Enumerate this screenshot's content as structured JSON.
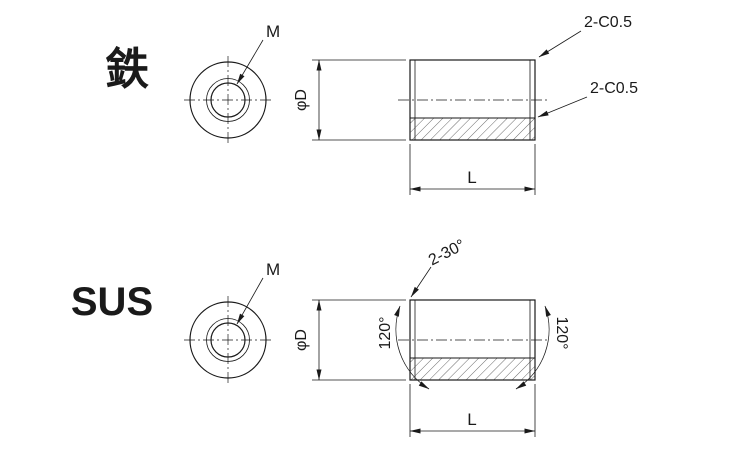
{
  "canvas": {
    "background": "#ffffff",
    "line_color": "#1a1a1a"
  },
  "drawings": [
    {
      "material_label": "鉄",
      "front_view": {
        "thread_label": "M"
      },
      "side_view": {
        "diameter_label": "φD",
        "length_label": "L",
        "chamfer_note_outer": "2-C0.5",
        "chamfer_note_inner": "2-C0.5"
      }
    },
    {
      "material_label": "SUS",
      "front_view": {
        "thread_label": "M"
      },
      "side_view": {
        "diameter_label": "φD",
        "length_label": "L",
        "chamfer_angle_note": "2-30°",
        "cone_angle_left_label": "120°",
        "cone_angle_right_label": "120°"
      }
    }
  ]
}
